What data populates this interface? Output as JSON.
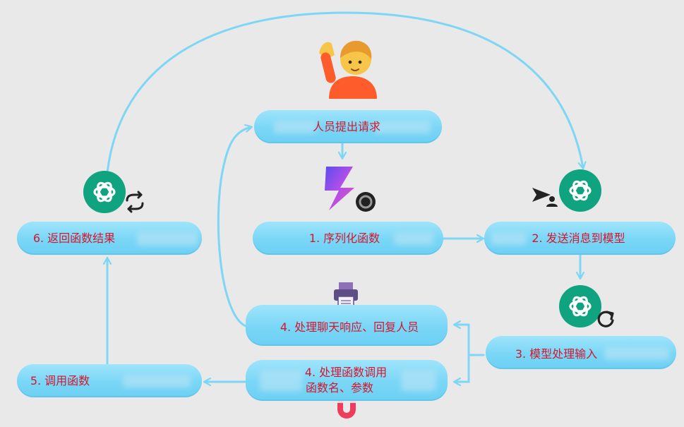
{
  "nodes": {
    "request": "人员提出请求",
    "serialize": "1. 序列化函数",
    "send": "2. 发送消息到模型",
    "process_input": "3. 模型处理输入",
    "handle_chat": "4. 处理聊天响应、回复人员",
    "handle_func_line1": "4. 处理函数调用",
    "handle_func_line2": "函数名、参数",
    "invoke": "5. 调用函数",
    "return": "6. 返回函数结果"
  },
  "colors": {
    "pill": "#79d6f6",
    "arrow": "#7ed6f5",
    "label": "#d3172f",
    "openai": "#10a37f"
  },
  "icons": [
    "person-raising-hand-icon",
    "semantic-kernel-logo-icon",
    "openai-icon",
    "send-to-person-icon",
    "refresh-icon",
    "swap-arrows-icon",
    "printer-icon",
    "magnet-icon"
  ]
}
